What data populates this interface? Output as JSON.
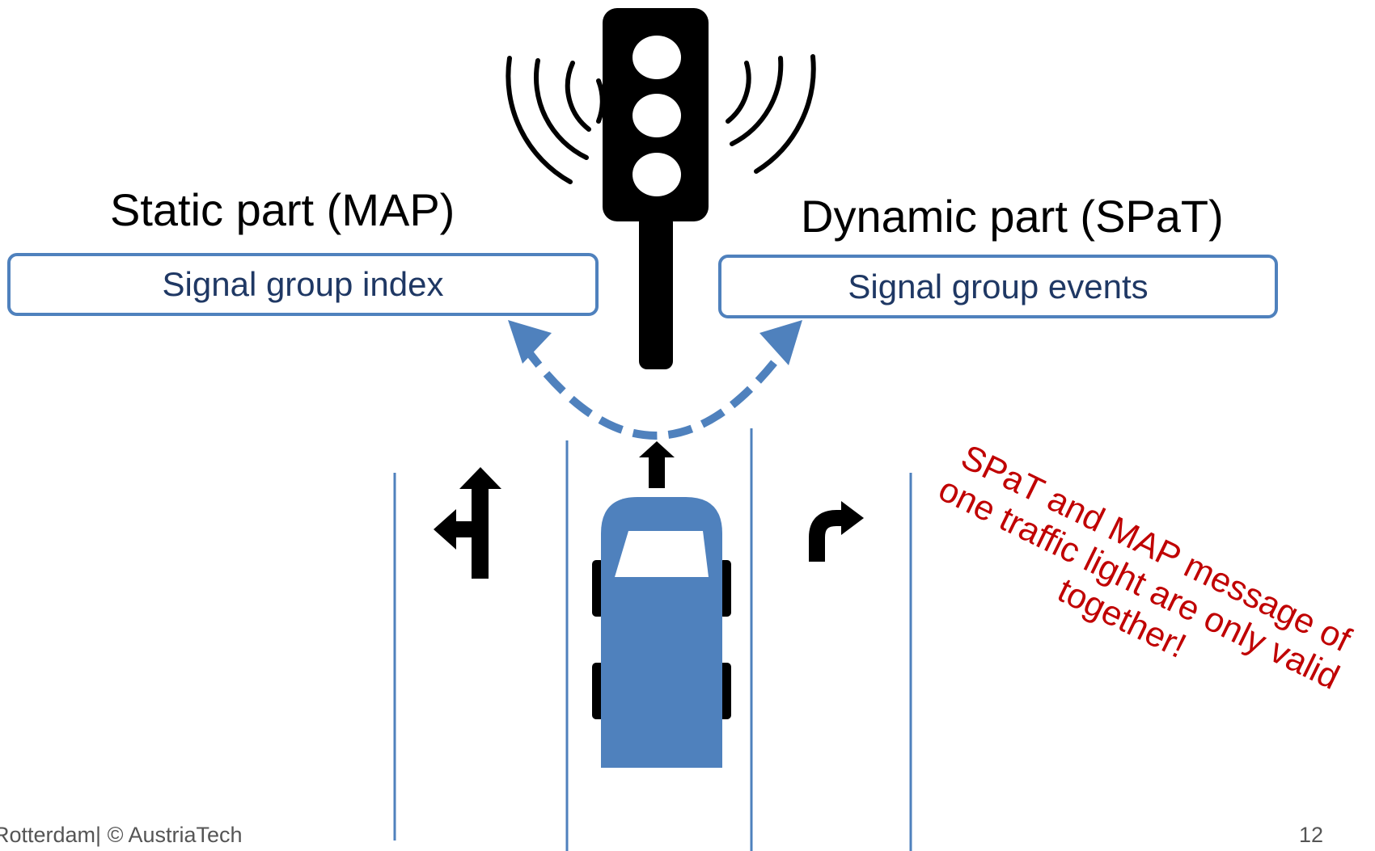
{
  "colors": {
    "accent_blue": "#4f81bd",
    "box_text": "#1f3864",
    "note_red": "#c00000",
    "icon_black": "#000000",
    "footer_gray": "#555555"
  },
  "icons": {
    "traffic_light": "traffic-light-icon",
    "signal_waves": "broadcast-waves-icon",
    "car": "car-top-view-icon",
    "left_turn_straight": "turn-left-or-straight-arrow-icon",
    "straight": "straight-arrow-icon",
    "right_turn": "turn-right-arrow-icon"
  },
  "static_part": {
    "heading": "Static part (MAP)",
    "box_label": "Signal group index"
  },
  "dynamic_part": {
    "heading": "Dynamic part (SPaT)",
    "box_label": "Signal group events"
  },
  "note": {
    "line1": "SPaT and MAP message of",
    "line2": "one traffic light are only valid",
    "line3": "together!"
  },
  "footer": {
    "credit": "Rotterdam| © AustriaTech",
    "page_number": "12"
  }
}
